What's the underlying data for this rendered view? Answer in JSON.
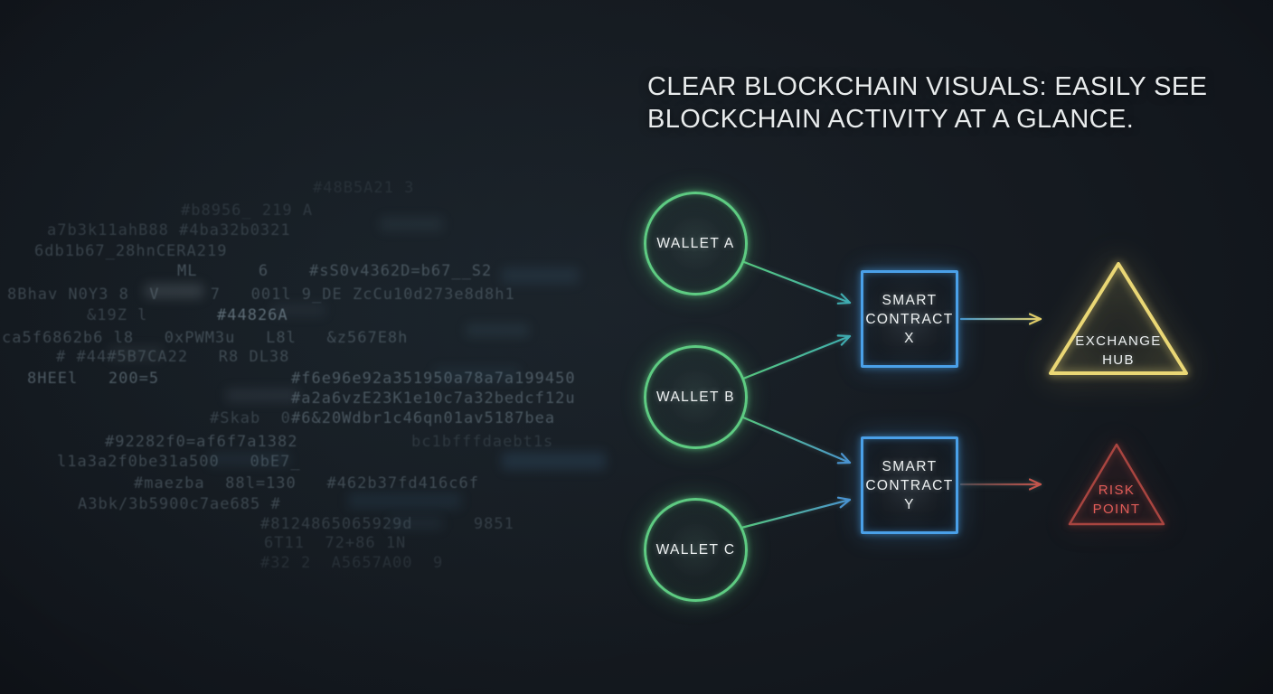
{
  "title": "CLEAR BLOCKCHAIN VISUALS: EASILY SEE\nBLOCKCHAIN ACTIVITY AT A GLANCE.",
  "colors": {
    "green": "#5ecb82",
    "blue": "#4aa0e8",
    "yellow": "#ead775",
    "red": "#a94540",
    "red_text": "#e05c58",
    "title": "#e8ebec",
    "code_text": "#a8bfcc",
    "background": "#12161c"
  },
  "nodes": {
    "wallet_a": {
      "label": "WALLET A",
      "shape": "circle",
      "color": "#5ecb82"
    },
    "wallet_b": {
      "label": "WALLET B",
      "shape": "circle",
      "color": "#5ecb82"
    },
    "wallet_c": {
      "label": "WALLET C",
      "shape": "circle",
      "color": "#5ecb82"
    },
    "contract_x": {
      "label": "SMART\nCONTRACT\nX",
      "shape": "square",
      "color": "#4aa0e8"
    },
    "contract_y": {
      "label": "SMART\nCONTRACT\nY",
      "shape": "square",
      "color": "#4aa0e8"
    },
    "exchange_hub": {
      "label": "EXCHANGE\nHUB",
      "shape": "triangle",
      "color": "#ead775"
    },
    "risk_point": {
      "label": "RISK\nPOINT",
      "shape": "triangle",
      "color": "#a94540",
      "label_color": "#e05c58"
    }
  },
  "edges": [
    {
      "id": "wallet-a-to-contract-x",
      "from": "WALLET A",
      "to": "SMART CONTRACT X",
      "start_color": "#56c77e",
      "end_color": "#3fadb0"
    },
    {
      "id": "wallet-b-to-contract-x",
      "from": "WALLET B",
      "to": "SMART CONTRACT X",
      "start_color": "#56c77e",
      "end_color": "#3fadb0"
    },
    {
      "id": "wallet-b-to-contract-y",
      "from": "WALLET B",
      "to": "SMART CONTRACT Y",
      "start_color": "#56c77e",
      "end_color": "#4a93cf"
    },
    {
      "id": "wallet-c-to-contract-y",
      "from": "WALLET C",
      "to": "SMART CONTRACT Y",
      "start_color": "#56c77e",
      "end_color": "#4a93cf"
    },
    {
      "id": "contract-x-to-exchange-hub",
      "from": "SMART CONTRACT X",
      "to": "EXCHANGE HUB",
      "start_color": "#4796c9",
      "end_color": "#e0cc68"
    },
    {
      "id": "contract-y-to-risk-point",
      "from": "SMART CONTRACT Y",
      "to": "RISK POINT",
      "start_color": "#54484a",
      "end_color": "#c2554c"
    }
  ],
  "background_code": {
    "lines": [
      "#48B5A21 3",
      "#b8956_ 219 A",
      "a7b3k11ahB88 #4ba32b0321",
      "6db1b67_28hnCERA219",
      "ML      6    #sS0v4362D=b67__S2",
      "8Bhav N0Y3 8  V     7   001l 9_DE ZcCu10d273e8d8h1",
      "&19Z l",
      "#44826A",
      "ca5f6862b6 l8   0xPWM3u   L8l   &z567E8h",
      "# #44#5B7CA22   R8 DL38",
      "8HEEl   200=5",
      "#f6e96e92a351950a78a7a199450",
      "#a2a6vzE23K1e10c7a32bedcf12u",
      "#Skab  0",
      "#6&20Wdbr1c46qn01av5187bea",
      "#92282f0=af6f7a1382",
      "bc1bfffdaebt1s",
      "l1a3a2f0be31a500   0bE7_",
      "#maezba  88l=130   #462b37fd416c6f",
      "A3bk/3b5900c7ae685 #",
      "#8124865065929d      9851",
      "6T11  72+86 1N",
      "#32 2  A5657A00  9"
    ]
  }
}
